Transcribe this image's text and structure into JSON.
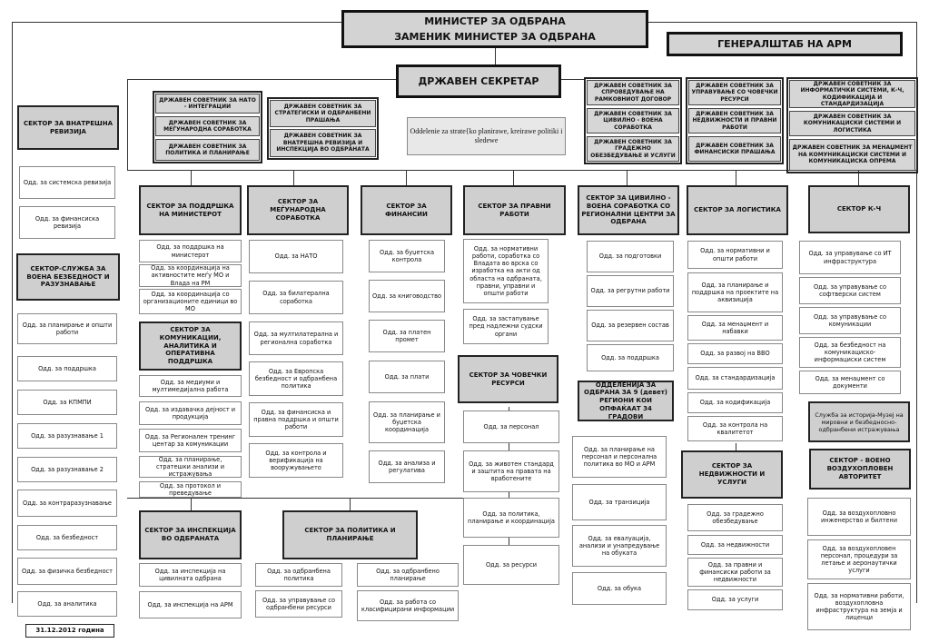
{
  "top": {
    "minister_line1": "МИНИСТЕР ЗА ОДБРАНА",
    "minister_line2": "ЗАМЕНИК МИНИСТЕР ЗА ОДБРАНА",
    "general_staff": "ГЕНЕРАЛШТАБ НА АРМ",
    "state_secretary": "ДРЖАВЕН СЕКРЕТАР"
  },
  "advisors_left": [
    "ДРЖАВЕН СОВЕТНИК ЗА НАТО - ИНТЕГРАЦИИ",
    "ДРЖАВЕН СОВЕТНИК ЗА МЕЃУНАРОДНА СОРАБОТКА",
    "ДРЖАВЕН СОВЕТНИК ЗА ПОЛИТИКА И ПЛАНИРАЊЕ"
  ],
  "advisors_mid": [
    "ДРЖАВЕН СОВЕТНИК ЗА СТРАТЕГИСКИ И ОДБРАНБЕНИ ПРАШАЊА",
    "ДРЖАВЕН СОВЕТНИК ЗА ВНАТРЕШНА РЕВИЗИЈА И ИНСПЕКЦИЈА ВО ОДБРАНАТА"
  ],
  "strategic_dept": "Oddelenie za strate{ko planirawe, kreirawe politiki i sledewe",
  "advisors_r1": [
    "ДРЖАВЕН СОВЕТНИК ЗА СПРОВЕДУВАЊЕ НА РАМКОВНИОТ ДОГОВОР",
    "ДРЖАВЕН СОВЕТНИК ЗА ЦИВИЛНО - ВОЕНА СОРАБОТКА",
    "ДРЖАВЕН СОВЕТНИК ЗА ГРАДЕЖНО ОБЕЗБЕДУВАЊЕ И УСЛУГИ"
  ],
  "advisors_r2": [
    "ДРЖАВЕН СОВЕТНИК ЗА УПРАВУВАЊЕ СО ЧОВЕЧКИ РЕСУРСИ",
    "ДРЖАВЕН СОВЕТНИК ЗА НЕДВИЖНОСТИ И ПРАВНИ РАБОТИ",
    "ДРЖАВЕН СОВЕТНИК ЗА ФИНАНСИСКИ ПРАШАЊА"
  ],
  "advisors_r3": [
    "ДРЖАВЕН СОВЕТНИК ЗА ИНФОРМАТИЧКИ СИСТЕМИ, К-Ч, КОДИФИКАЦИЈА И СТАНДАРДИЗАЦИЈА",
    "ДРЖАВЕН СОВЕТНИК ЗА КОМУНИКАЦИСКИ СИСТЕМИ И ЛОГИСТИКА",
    "ДРЖАВЕН СОВЕТНИК ЗА МЕНАЏМЕНТ НА КОМУНИКАЦИСКИ СИСТЕМИ И КОМУНИКАЦИСКА ОПРЕМА"
  ],
  "audit": {
    "title": "СЕКТОР ЗА ВНАТРЕШНА РЕВИЗИЈА",
    "items": [
      "Одд. за системска ревизија",
      "Одд. за финансиска ревизија"
    ]
  },
  "security": {
    "title": "СЕКТОР-СЛУЖБА ЗА ВОЕНА БЕЗБЕДНОСТ И РАЗУЗНАВАЊЕ",
    "items": [
      "Одд. за планирање и општи работи",
      "Одд. за поддршка",
      "Одд. за КПМПИ",
      "Одд. за разузнавање 1",
      "Одд. за разузнавање 2",
      "Одд. за контраразузнавање",
      "Одд. за безбедност",
      "Одд. за физичка безбедност",
      "Одд. за аналитика"
    ]
  },
  "support": {
    "title": "СЕКТОР ЗА ПОДДРШКА НА МИНИСТЕРОТ",
    "items": [
      "Одд. за поддршка на министерот",
      "Одд. за координација на активностите меѓу МО и Влада на РМ",
      "Одд. за координација со организационите единици во МО"
    ]
  },
  "comms": {
    "title": "СЕКТОР ЗА КОМУНИКАЦИИ, АНАЛИТИКА И ОПЕРАТИВНА ПОДДРШКА",
    "items": [
      "Одд. за медиуми и мултимедијална работа",
      "Одд. за издавачка дејност и продукција",
      "Одд. за Регионален тренинг центар за комуникации",
      "Одд. за планирање, стратешки анализи и истражувања",
      "Одд. за протокол и преведување"
    ]
  },
  "intl": {
    "title": "СЕКТОР ЗА МЕЃУНАРОДНА СОРАБОТКА",
    "items": [
      "Одд. за НАТО",
      "Одд. за билатерална соработка",
      "Одд. за мултилатерална и регионална соработка",
      "Одд. за Европска безбедност и одбранбена политика",
      "Одд. за финансиска и правна поддршка и општи работи",
      "Одд. за контрола и верификација на вооружувањето"
    ]
  },
  "finance": {
    "title": "СЕКТОР ЗА ФИНАНСИИ",
    "items": [
      "Одд. за буџетска контрола",
      "Одд. за книговодство",
      "Одд. за платен промет",
      "Одд. за плати",
      "Одд. за планирање и буџетска координација",
      "Одд. за анализа и регулатива"
    ]
  },
  "legal": {
    "title": "СЕКТОР ЗА ПРАВНИ РАБОТИ",
    "items": [
      "Одд. за нормативни работи, соработка со Владата во врска со изработка на акти од областа на одбраната, правни, управни и општи работи",
      "Одд. за застапување пред надлежни судски органи"
    ]
  },
  "hr": {
    "title": "СЕКТОР ЗА ЧОВЕЧКИ РЕСУРСИ",
    "items_left": [
      "Одд. за персонал",
      "Одд. за животен стандард и заштита на правата на вработените",
      "Одд. за политика, планирање и координација",
      "Одд. за ресурси"
    ],
    "items_right": [
      "Одд. за планирање на персонал и персонална политика во МО и АРМ",
      "Одд. за транзиција",
      "Одд. за евалуација, анализи и унапредување на обуката",
      "Одд. за обука"
    ]
  },
  "civil": {
    "title": "СЕКТОР ЗА ЦИВИЛНО - ВОЕНА СОРАБОТКА СО РЕГИОНАЛНИ ЦЕНТРИ ЗА ОДБРАНА",
    "items": [
      "Одд. за подготовки",
      "Одд. за регрутни работи",
      "Одд. за резервен состав",
      "Одд. за поддршка"
    ]
  },
  "regions": "ОДДЕЛЕНИЈА ЗА ОДБРАНА ЗА 9 (девет) РЕГИОНИ КОИ ОПФАЌААТ 34 ГРАДОВИ",
  "logistics": {
    "title": "СЕКТОР ЗА ЛОГИСТИКА",
    "items": [
      "Одд. за нормативни и општи работи",
      "Одд. за планирање и поддршка на проектите на аквизиција",
      "Одд. за менаџмент и набавки",
      "Одд. за развој на ВВО",
      "Одд. за стандардизација",
      "Одд. за кодификација",
      "Одд. за контрола на квалитетот"
    ]
  },
  "property": {
    "title": "СЕКТОР ЗА НЕДВИЖНОСТИ И УСЛУГИ",
    "items": [
      "Одд. за градежно обезбедување",
      "Одд. за недвижности",
      "Одд. за правни и финансиски работи за недвижности",
      "Одд. за услуги"
    ]
  },
  "ki": {
    "title": "СЕКТОР К-Ч",
    "items": [
      "Одд. за управување со ИТ инфраструктура",
      "Одд. за управување со софтверски систем",
      "Одд. за управување со комуникации",
      "Одд. за безбедност на комуникациско-информациски систем",
      "Одд. за менаџмент со документи"
    ]
  },
  "history": "Служба за историја-Музеј на мировни и безбедносно-одбранбени истражувања",
  "aviation": {
    "title": "СЕКТОР - ВОЕНО ВОЗДУХОПЛОВЕН АВТОРИТЕТ",
    "items": [
      "Одд. за воздухопловно инженерство и билтени",
      "Одд. за воздухопловен персонал, процедури за летање и аеронаутички услуги",
      "Одд. за нормативни работи, воздухопловна инфраструктура на земја и лиценци"
    ]
  },
  "inspection": {
    "title": "СЕКТОР ЗА ИНСПЕКЦИЈА ВО ОДБРАНАТА",
    "items": [
      "Одд. за инспекција на цивилната одбрана",
      "Одд. за инспекција на АРМ"
    ]
  },
  "policy": {
    "title": "СЕКТОР ЗА ПОЛИТИКА И ПЛАНИРАЊЕ",
    "items_left": [
      "Одд. за одбранбена политика",
      "Одд. за управување со одбранбени ресурси"
    ],
    "items_right": [
      "Одд. за одбранбено планирање",
      "Одд. за работа со класифицирани информации"
    ]
  },
  "date": "31.12.2012 година"
}
